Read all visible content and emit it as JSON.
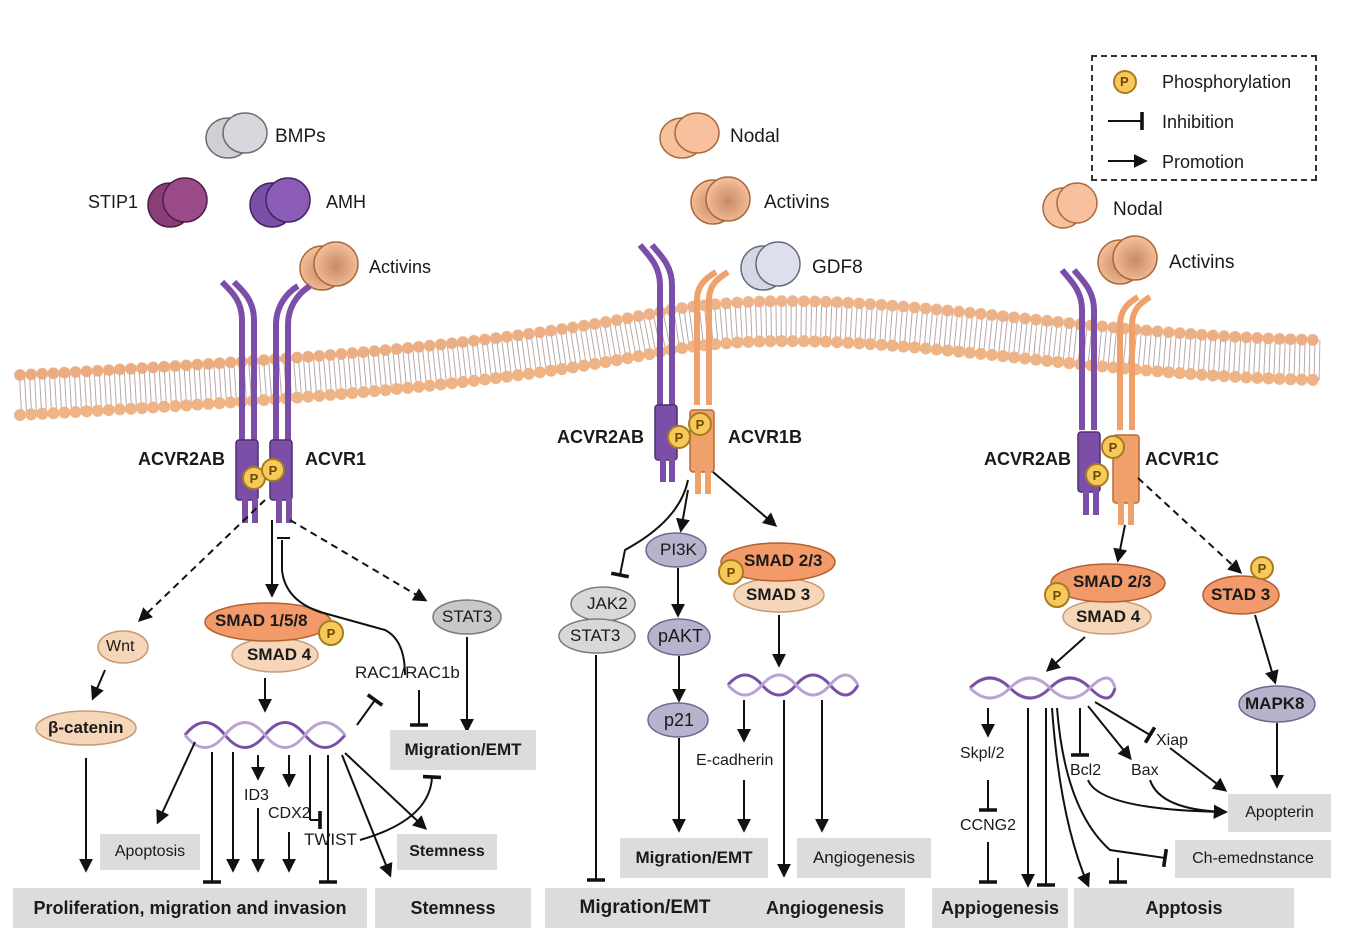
{
  "legend": {
    "phosphorylation": "Phosphorylation",
    "inhibition": "Inhibition",
    "promotion": "Promotion",
    "p_mark": "P"
  },
  "ligands": {
    "left": {
      "bmps": "BMPs",
      "stip1": "STIP1",
      "amh": "AMH",
      "activins": "Activins"
    },
    "middle": {
      "nodal": "Nodal",
      "activins": "Activins",
      "gdf8": "GDF8"
    },
    "right": {
      "nodal": "Nodal",
      "activins": "Activins"
    }
  },
  "receptors": {
    "left": {
      "type2": "ACVR2AB",
      "type1": "ACVR1"
    },
    "middle": {
      "type2": "ACVR2AB",
      "type1": "ACVR1B"
    },
    "right": {
      "type2": "ACVR2AB",
      "type1": "ACVR1C"
    }
  },
  "left_pathway": {
    "wnt": "Wnt",
    "beta_catenin": "β-catenin",
    "smad158": "SMAD 1/5/8",
    "smad4": "SMAD 4",
    "stat3": "STAT3",
    "rac1": "RAC1/RAC1b",
    "migration_emt": "Migration/EMT",
    "id3": "ID3",
    "cdx2": "CDX2",
    "twist": "TWIST",
    "apoptosis": "Apoptosis",
    "stemness_small": "Stemness",
    "proliferation": "Proliferation, migration and invasion",
    "stemness": "Stemness"
  },
  "middle_pathway": {
    "pi3k": "PI3K",
    "pakt": "pAKT",
    "p21": "p21",
    "jak2": "JAK2",
    "stat3": "STAT3",
    "smad23": "SMAD 2/3",
    "smad3": "SMAD 3",
    "ecadherin": "E-cadherin",
    "migration_emt_box": "Migration/EMT",
    "angiogenesis_box": "Angiogenesis",
    "migration_emt_bottom": "Migration/EMT",
    "angiogenesis_bottom": "Angiogenesis"
  },
  "right_pathway": {
    "smad23": "SMAD 2/3",
    "smad4": "SMAD 4",
    "stad3": "STAD 3",
    "mapk8": "MAPK8",
    "skp12": "Skpl/2",
    "ccng2": "CCNG2",
    "bcl2": "Bcl2",
    "bax": "Bax",
    "xiap": "Xiap",
    "apopterin": "Apopterin",
    "chemoresistance": "Ch-emednstance",
    "angiogenesis": "Appiogenesis",
    "apoptosis": "Apptosis"
  },
  "colors": {
    "purple": "#7b4fa8",
    "orange": "#f0a06a",
    "membrane": "#f6c9a3",
    "box_gray": "#dcdcdc",
    "smad_orange": "#f29a6a",
    "smad_light": "#f6d6b8",
    "gray_node": "#c8c8c8",
    "lavender_node": "#b8b2cc",
    "phospho_yellow": "#f7c95a"
  }
}
